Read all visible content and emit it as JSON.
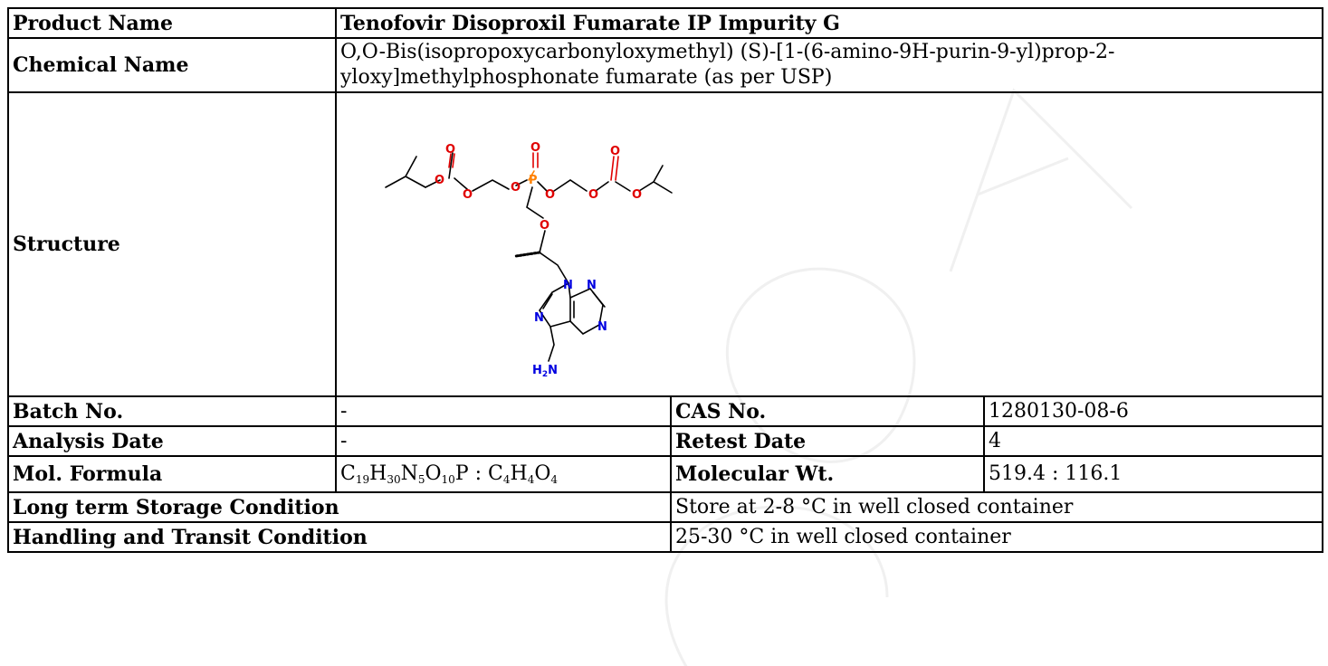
{
  "labels": {
    "product_name": "Product Name",
    "chemical_name": "Chemical Name",
    "structure": "Structure",
    "batch_no": "Batch No.",
    "cas_no": "CAS No.",
    "analysis_date": "Analysis Date",
    "retest_date": "Retest Date",
    "mol_formula": "Mol. Formula",
    "molecular_wt": "Molecular Wt.",
    "storage": "Long term Storage Condition",
    "handling": "Handling and Transit Condition"
  },
  "values": {
    "product_name": "Tenofovir Disoproxil Fumarate IP Impurity G",
    "chemical_name": "O,O-Bis(isopropoxycarbonyloxymethyl) (S)-[1-(6-amino-9H-purin-9-yl)prop-2-yloxy]methylphosphonate fumarate (as per USP)",
    "batch_no": "-",
    "cas_no": "1280130-08-6",
    "analysis_date": "-",
    "retest_date": "4",
    "molecular_wt": "519.4 : 116.1",
    "storage": "Store at 2-8 °C in well closed container",
    "handling": "25-30 °C in well closed container"
  },
  "formula": {
    "C1": "C",
    "C1n": "19",
    "H1": "H",
    "H1n": "30",
    "N1": "N",
    "N1n": "5",
    "O1": "O",
    "O1n": "10",
    "P1": "P",
    "sep": " : ",
    "C2": "C",
    "C2n": "4",
    "H2": "H",
    "H2n": "4",
    "O2": "O",
    "O2n": "4"
  },
  "structure_atoms": {
    "o": "O",
    "p": "P",
    "n": "N",
    "h2n_h": "H",
    "h2n_sub": "2",
    "h2n_n": "N"
  },
  "colors": {
    "oxygen": "#e00000",
    "phosphorus": "#ff8000",
    "nitrogen": "#0000e0",
    "watermark": "#f2f2f2"
  }
}
